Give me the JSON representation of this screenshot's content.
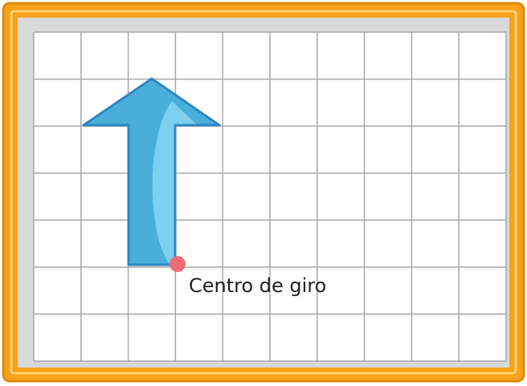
{
  "title": "",
  "board": {
    "frame_color": "#f7a21b",
    "frame_highlight": "#ffd36b",
    "frame_shadow": "#e08a0c",
    "mat_color": "#d9d9d9",
    "paper_color": "#ffffff",
    "grid_color": "#a8a8a8",
    "grid_columns": 10,
    "grid_rows": 7
  },
  "figure": {
    "shape": "arrow-up",
    "fill_color": "#4aaedb",
    "highlight_color": "#7dd0ee",
    "stroke_color": "#2e86bf"
  },
  "pivot": {
    "label": "Centro de giro",
    "color": "#ef6b74",
    "label_color": "#222222"
  }
}
